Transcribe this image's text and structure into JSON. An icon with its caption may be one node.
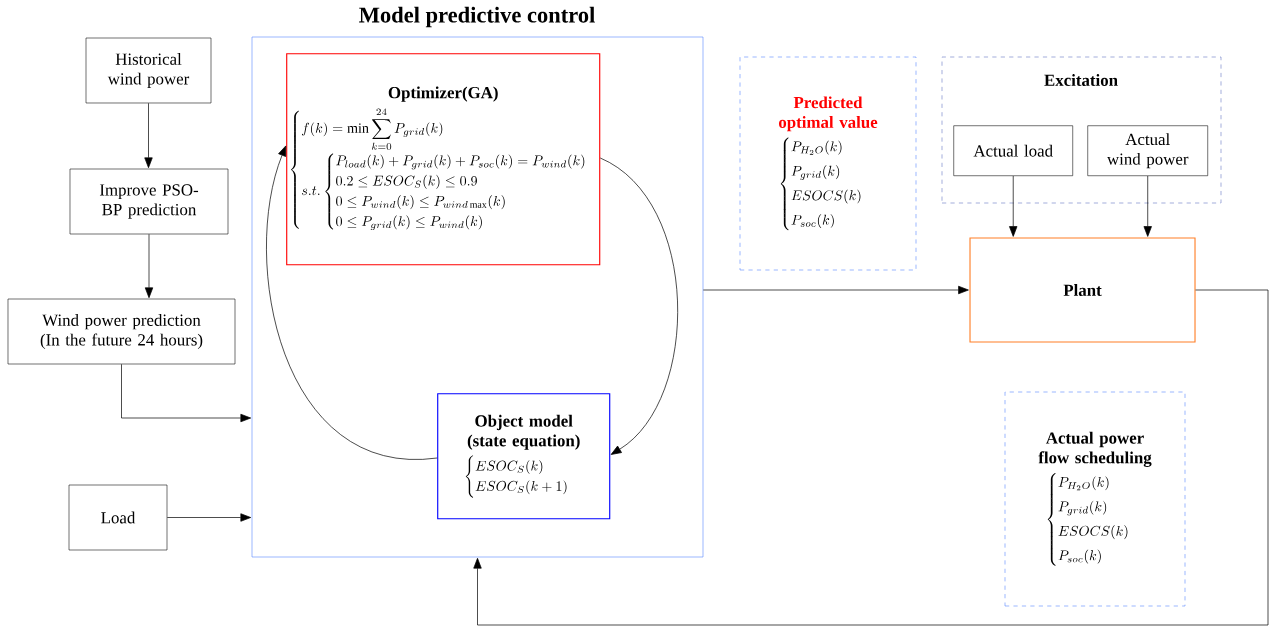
{
  "diagram": {
    "nodes": [
      {
        "text": [
          "Historical wind power"
        ]
      },
      {
        "text": [
          "Improve PSO-BP prediction"
        ]
      },
      {
        "text": [
          "Wind power prediction (In the future 24 hours)"
        ]
      },
      {
        "text": [
          "Load"
        ]
      },
      {
        "text": [
          "Model predictive control"
        ]
      },
      {
        "text": [
          "Optimizer(GA)",
          "\\begin{cases} f(k)=\\min\\displaystyle\\sum_{k=0}^{24}P_{grid}(k)\\\\[4pt] s.t.\\begin{cases}P_{load}(k)+P_{grid}(k)+P_{soc}(k)=P_{wind}(k)\\\\ 0.2\\le ESOC_S(k)\\le 0.9\\\\ 0\\le P_{wind}(k)\\le P_{wind\\max}(k)\\\\ 0\\le P_{grid}(k)\\le P_{wind}(k)\\end{cases}\\end{cases}"
        ],
        "in": 4
      },
      {
        "text": [
          "Object model (state equation)",
          "\\begin{cases}ESOC_S(k)\\\\ ESOC_S(k+1)\\end{cases}"
        ],
        "in": 4
      },
      {
        "text": [
          "Predicted optimal value",
          "\\begin{cases}P_{H_2O}(k)\\\\[3pt] P_{grid}(k)\\\\[3pt] ESOCS(k)\\\\[3pt] P_{soc}(k)\\end{cases}"
        ]
      },
      {
        "text": [
          "Excitation"
        ]
      },
      {
        "text": [
          "Actual load"
        ],
        "in": 8
      },
      {
        "text": [
          "Actual wind power"
        ],
        "in": 8
      },
      {
        "text": [
          "Plant"
        ]
      },
      {
        "text": [
          "Actual power flow scheduling",
          "\\begin{cases}P_{H_2O}(k)\\\\[3pt] P_{grid}(k)\\\\[3pt] ESOCS(k)\\\\[3pt] P_{soc}(k)\\end{cases}"
        ]
      }
    ],
    "edges": [
      {
        "from": 0,
        "to": 1,
        "arrow": "to"
      },
      {
        "from": 1,
        "to": 2,
        "arrow": "to"
      },
      {
        "from": 2,
        "to": 4,
        "arrow": "to"
      },
      {
        "from": 3,
        "to": 4,
        "arrow": "to"
      },
      {
        "from": 5,
        "to": 6,
        "arrow": "to"
      },
      {
        "from": 6,
        "to": 5,
        "arrow": "to"
      },
      {
        "from": 4,
        "to": 11,
        "arrow": "to"
      },
      {
        "from": 9,
        "to": 11,
        "arrow": "to"
      },
      {
        "from": 10,
        "to": 11,
        "arrow": "to"
      },
      {
        "from": 11,
        "to": 4,
        "arrow": "to"
      }
    ]
  }
}
